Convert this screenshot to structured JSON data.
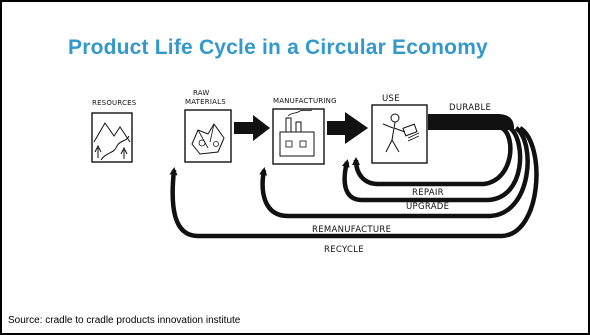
{
  "slide": {
    "title": "Product Life Cycle in a Circular Economy",
    "source": "Source: cradle to cradle products innovation institute"
  },
  "diagram": {
    "stages": {
      "resources": "RESOURCES",
      "raw_materials_line1": "RAW",
      "raw_materials_line2": "MATERIALS",
      "manufacturing": "MANUFACTURING",
      "use": "USE"
    },
    "loops": {
      "durable": "DURABLE",
      "repair": "REPAIR",
      "upgrade": "UPGRADE",
      "remanufacture": "REMANUFACTURE",
      "recycle": "RECYCLE"
    },
    "colors": {
      "title": "#3399cc",
      "ink": "#111111"
    }
  }
}
